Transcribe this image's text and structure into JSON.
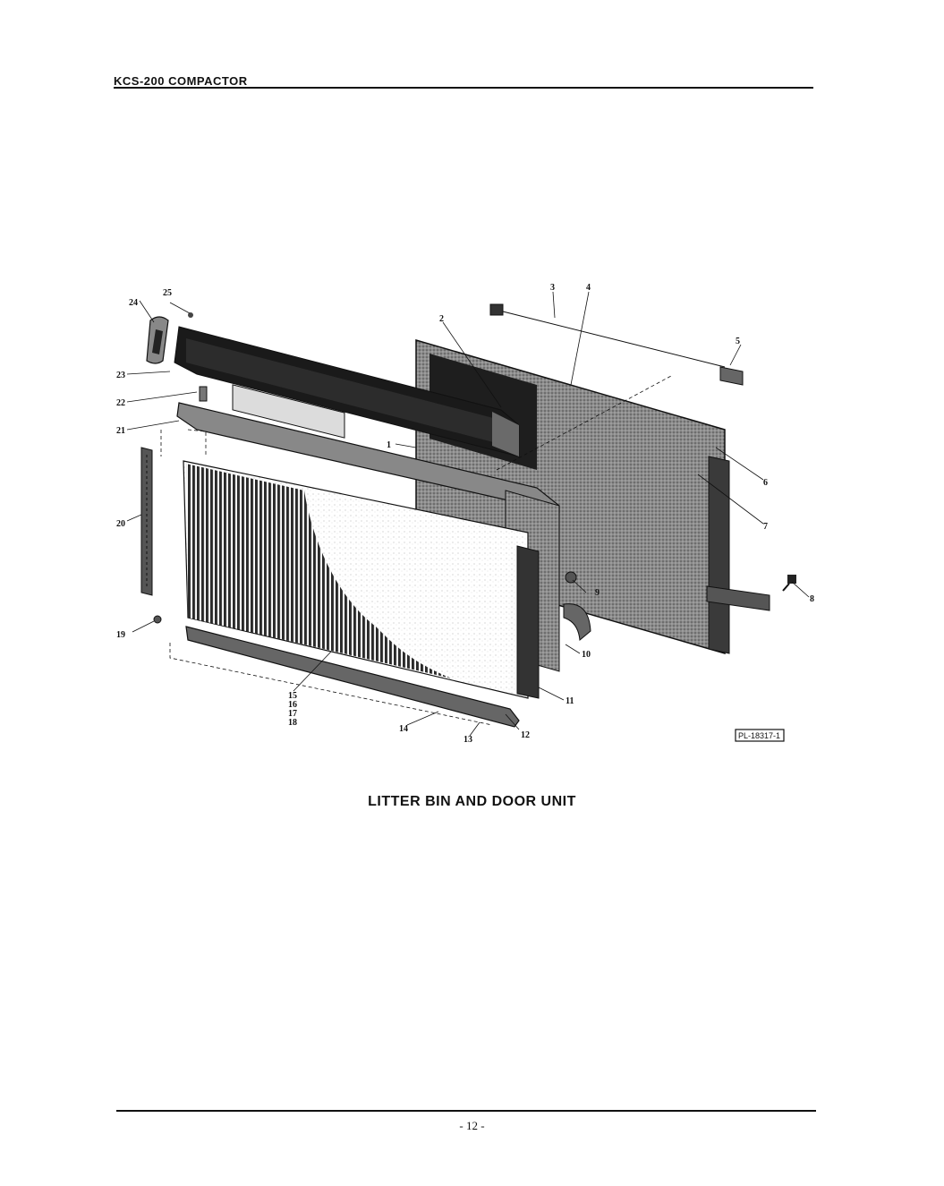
{
  "header": {
    "title": "KCS-200 COMPACTOR"
  },
  "figure": {
    "drawing_id": "PL-18317-1",
    "callouts": [
      "1",
      "2",
      "3",
      "4",
      "5",
      "6",
      "7",
      "8",
      "9",
      "10",
      "11",
      "12",
      "13",
      "14",
      "15",
      "16",
      "17",
      "18",
      "19",
      "20",
      "21",
      "22",
      "23",
      "24",
      "25"
    ],
    "caption": "LITTER BIN AND DOOR UNIT"
  },
  "footer": {
    "page_number": "- 12 -"
  }
}
